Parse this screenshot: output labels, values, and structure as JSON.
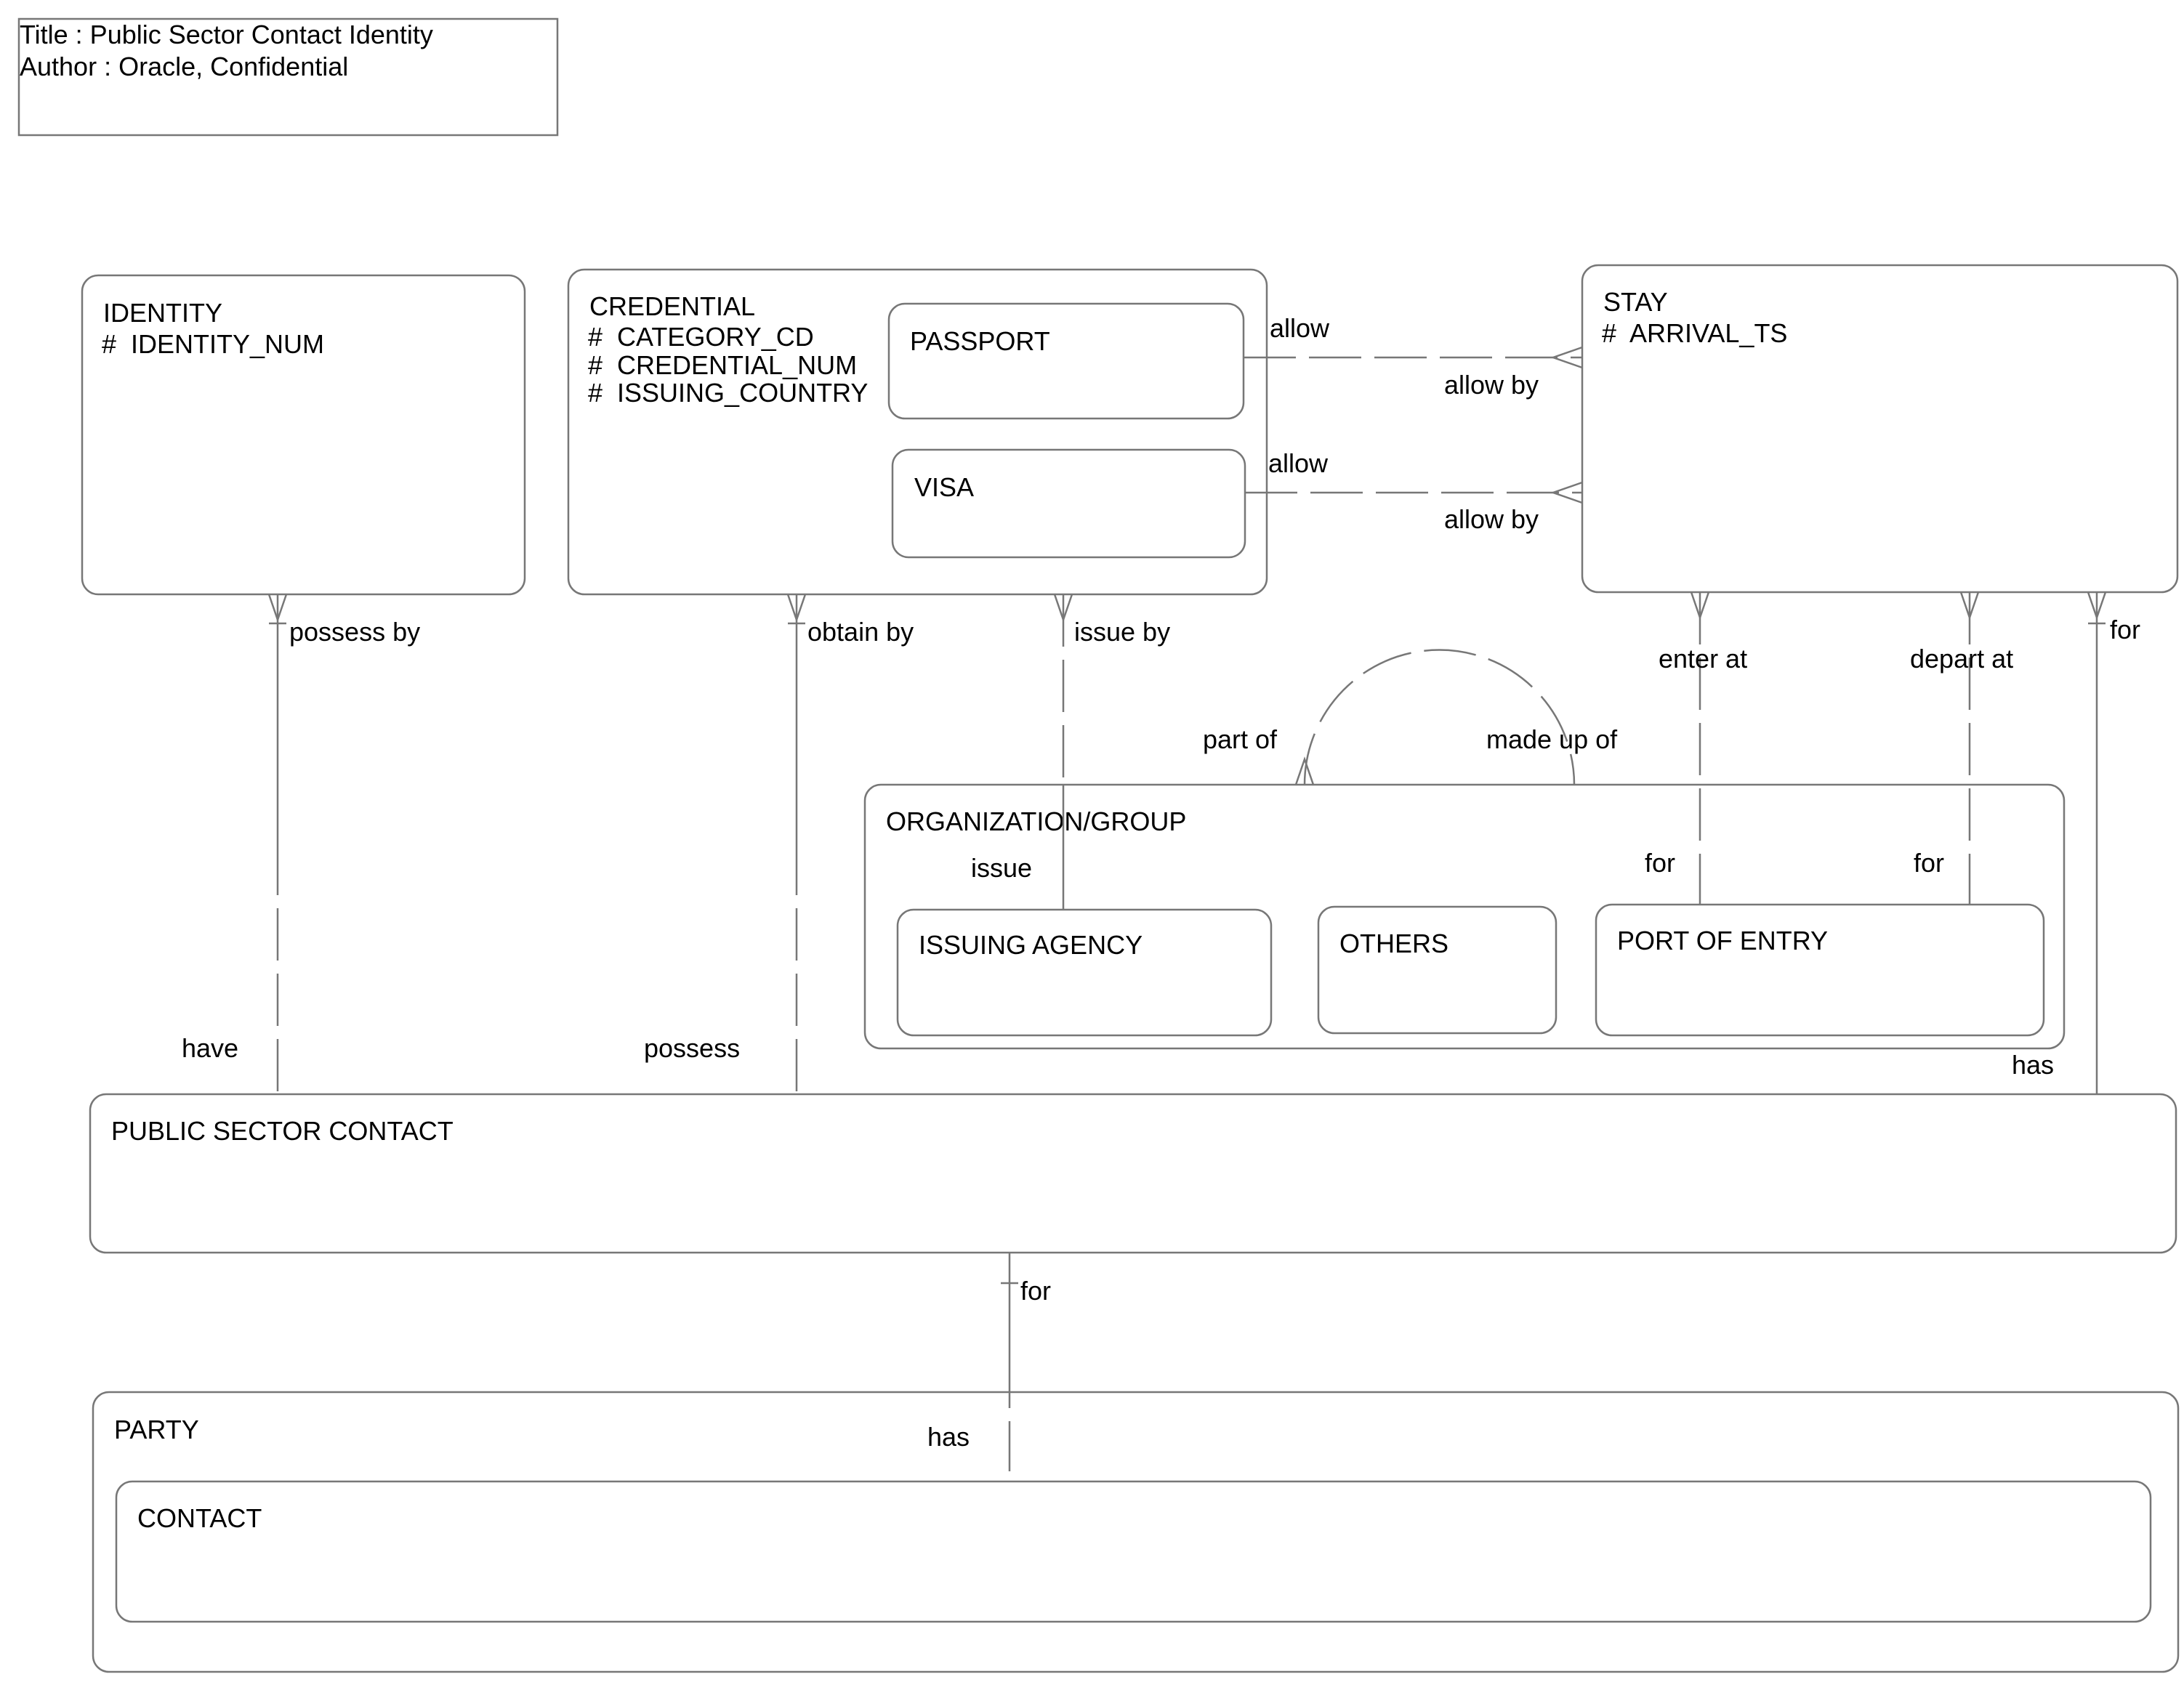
{
  "title_block": {
    "title": "Title : Public Sector Contact Identity",
    "author": "Author : Oracle, Confidential"
  },
  "entities": {
    "identity": {
      "name": "IDENTITY",
      "attributes": [
        "#  IDENTITY_NUM"
      ]
    },
    "credential": {
      "name": "CREDENTIAL",
      "attributes": [
        "#  CATEGORY_CD",
        "#  CREDENTIAL_NUM",
        "#  ISSUING_COUNTRY"
      ]
    },
    "passport": {
      "name": "PASSPORT"
    },
    "visa": {
      "name": "VISA"
    },
    "stay": {
      "name": "STAY",
      "attributes": [
        "#  ARRIVAL_TS"
      ]
    },
    "organization_group": {
      "name": "ORGANIZATION/GROUP"
    },
    "issuing_agency": {
      "name": "ISSUING AGENCY"
    },
    "others": {
      "name": "OTHERS"
    },
    "port_of_entry": {
      "name": "PORT OF ENTRY"
    },
    "public_sector_contact": {
      "name": "PUBLIC SECTOR CONTACT"
    },
    "party": {
      "name": "PARTY"
    },
    "contact": {
      "name": "CONTACT"
    }
  },
  "relationships": {
    "identity_contact": {
      "label_top": "possess by",
      "label_bottom": "have"
    },
    "credential_contact": {
      "label_top": "obtain by",
      "label_bottom": "possess"
    },
    "credential_agency": {
      "label_top": "issue by",
      "label_bottom": "issue"
    },
    "passport_stay": {
      "label_left": "allow",
      "label_right": "allow by"
    },
    "visa_stay": {
      "label_left": "allow",
      "label_right": "allow by"
    },
    "org_recursive": {
      "label_left": "part of",
      "label_right": "made up of"
    },
    "stay_port_enter": {
      "label_top": "enter at",
      "label_bottom": "for"
    },
    "stay_port_depart": {
      "label_top": "depart at",
      "label_bottom": "for"
    },
    "stay_contact": {
      "label_top": "for",
      "label_bottom": "has"
    },
    "contact_party": {
      "label_top": "for",
      "label_bottom": "has"
    }
  }
}
